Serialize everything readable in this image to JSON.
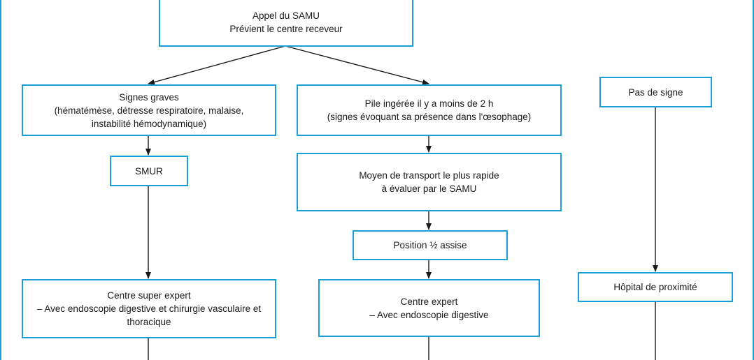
{
  "colors": {
    "border": "#1a9fd6",
    "arrow": "#1a1a1a",
    "text": "#1a1a1a"
  },
  "nodes": {
    "samu": {
      "line1": "Appel du SAMU",
      "line2": "Prévient le centre receveur"
    },
    "signes_graves": {
      "line1": "Signes graves",
      "line2": "(hématémèse, détresse respiratoire, malaise,",
      "line3": "instabilité hémodynamique)"
    },
    "pile": {
      "line1": "Pile ingérée il y a moins de 2 h",
      "line2": "(signes évoquant sa présence dans l'œsophage)"
    },
    "pas_de_signe": {
      "line1": "Pas de signe"
    },
    "smur": {
      "line1": "SMUR"
    },
    "transport": {
      "line1": "Moyen de transport le plus rapide",
      "line2": "à évaluer par le SAMU"
    },
    "position": {
      "line1": "Position ½ assise"
    },
    "super_expert": {
      "line1": "Centre super expert",
      "line2": "– Avec endoscopie digestive et chirurgie vasculaire et",
      "line3": "thoracique"
    },
    "expert": {
      "line1": "Centre expert",
      "line2": "– Avec endoscopie digestive"
    },
    "proximite": {
      "line1": "Hôpital de proximité"
    }
  }
}
